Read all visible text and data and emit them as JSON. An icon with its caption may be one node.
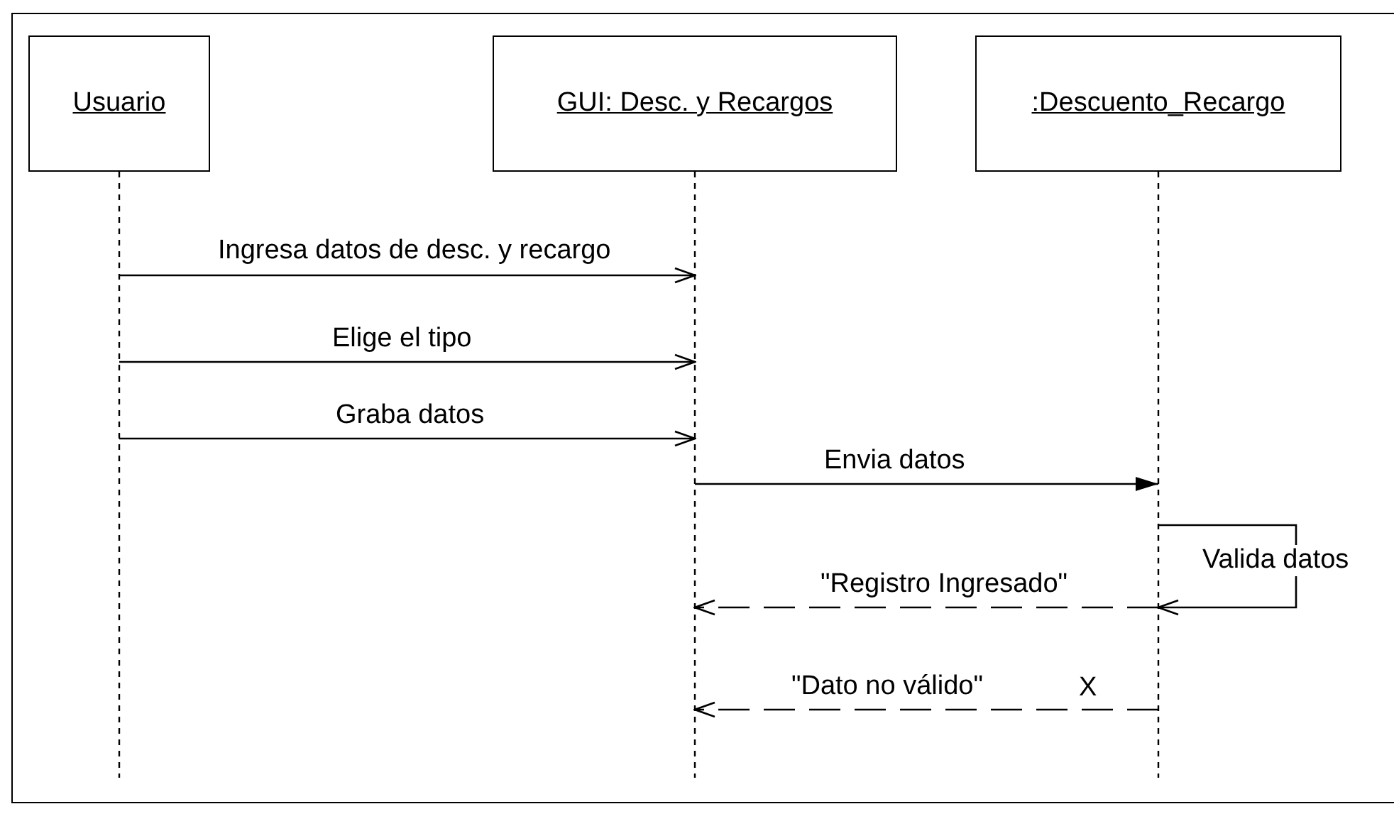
{
  "diagram": {
    "nodes": [
      {
        "text": [
          "Usuario"
        ]
      },
      {
        "text": [
          "GUI: Desc. y Recargos"
        ]
      },
      {
        "text": [
          ":Descuento_Recargo"
        ]
      }
    ],
    "edges": [
      {
        "from": 0,
        "to": 1,
        "arrow": "to",
        "label": "Ingresa datos de desc. y recargo"
      },
      {
        "from": 0,
        "to": 1,
        "arrow": "to",
        "label": "Elige el tipo"
      },
      {
        "from": 0,
        "to": 1,
        "arrow": "to",
        "label": "Graba datos"
      },
      {
        "from": 1,
        "to": 2,
        "arrow": "to",
        "label": "Envia datos"
      },
      {
        "from": 2,
        "to": 2,
        "arrow": "to",
        "label": "Valida datos"
      },
      {
        "from": 2,
        "to": 1,
        "arrow": "to",
        "label": "\"Registro Ingresado\"",
        "style": "dashed"
      },
      {
        "from": 2,
        "to": 1,
        "arrow": "to",
        "label": "\"Dato no válido\"",
        "style": "dashed"
      }
    ],
    "labels": [
      "X"
    ]
  }
}
